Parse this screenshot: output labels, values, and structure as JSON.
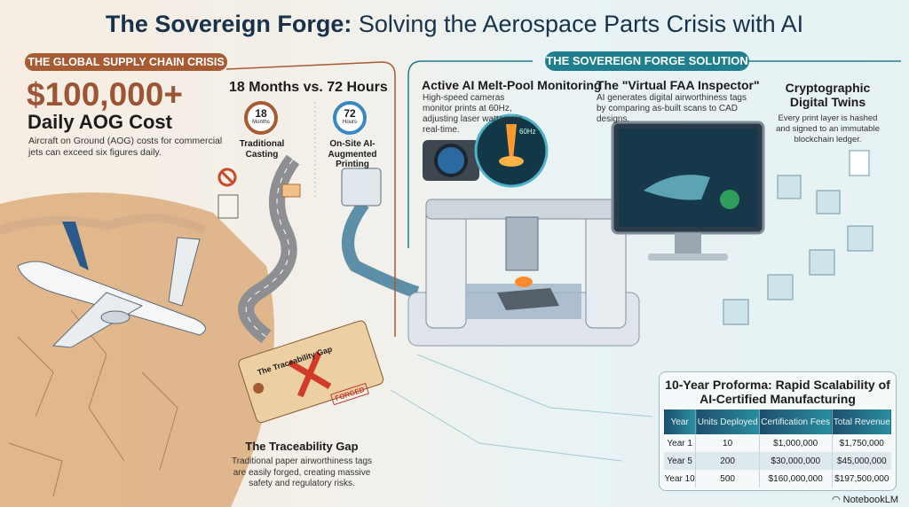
{
  "title": {
    "bold": "The Sovereign Forge:",
    "rest": " Solving the Aerospace Parts Crisis with AI"
  },
  "crisis": {
    "section_label": "THE GLOBAL SUPPLY CHAIN CRISIS",
    "big_number": "$100,000+",
    "big_label": "Daily AOG Cost",
    "description": "Aircraft on Ground (AOG) costs for commercial jets can exceed six figures daily.",
    "comparison_title": "18 Months vs. 72 Hours",
    "traditional": {
      "number": "18",
      "unit": "Months",
      "label": "Traditional Casting"
    },
    "onsite": {
      "number": "72",
      "unit": "Hours",
      "label": "On-Site AI-Augmented Printing"
    },
    "tag": {
      "tag_title": "The Traceability Gap",
      "stamp": "FORGED",
      "title": "The Traceability Gap",
      "description": "Traditional paper airworthiness tags are easily forged, creating massive safety and regulatory risks."
    }
  },
  "solution": {
    "section_label": "THE SOVEREIGN FORGE SOLUTION",
    "meltpool": {
      "title": "Active AI Melt-Pool Monitoring",
      "description": "High-speed cameras monitor prints at 60Hz, adjusting laser wattage in real-time.",
      "freq": "60Hz"
    },
    "faa": {
      "title": "The \"Virtual FAA Inspector\"",
      "description": "AI generates digital airworthiness tags by comparing as-built scans to CAD designs."
    },
    "twins": {
      "title": "Cryptographic Digital Twins",
      "description": "Every print layer is hashed and signed to an immutable blockchain ledger."
    }
  },
  "proforma": {
    "title": "10-Year Proforma: Rapid Scalability of AI-Certified Manufacturing",
    "headers": [
      "Year",
      "Units Deployed",
      "Certification Fees",
      "Total Revenue"
    ],
    "rows": [
      [
        "Year 1",
        "10",
        "$1,000,000",
        "$1,750,000"
      ],
      [
        "Year 5",
        "200",
        "$30,000,000",
        "$45,000,000"
      ],
      [
        "Year 10",
        "500",
        "$160,000,000",
        "$197,500,000"
      ]
    ]
  },
  "branding": "NotebookLM",
  "colors": {
    "crisis": "#a75b33",
    "solution": "#1f7f8e",
    "title": "#17324a"
  }
}
